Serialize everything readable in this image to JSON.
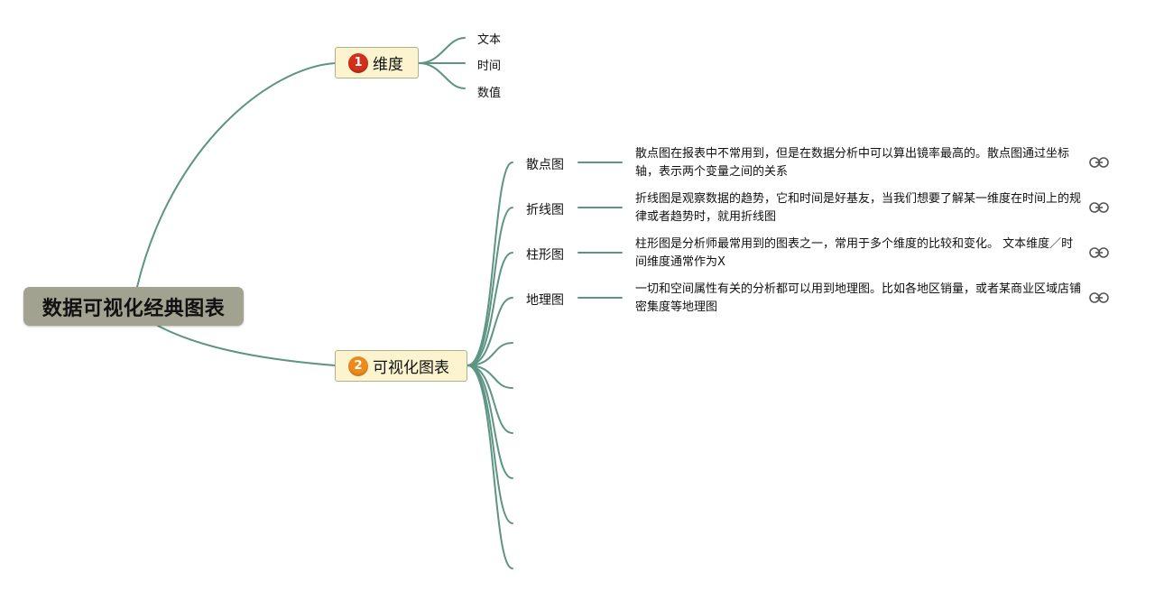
{
  "root": {
    "title": "数据可视化经典图表"
  },
  "topics": [
    {
      "index": "1",
      "label": "维度",
      "children": [
        "文本",
        "时间",
        "数值"
      ]
    },
    {
      "index": "2",
      "label": "可视化图表",
      "children": [
        {
          "label": "散点图",
          "note": "散点图在报表中不常用到，但是在数据分析中可以算出镜率最高的。散点图通过坐标轴，表示两个变量之间的关系"
        },
        {
          "label": "折线图",
          "note": "折线图是观察数据的趋势，它和时间是好基友，当我们想要了解某一维度在时间上的规律或者趋势时，就用折线图"
        },
        {
          "label": "柱形图",
          "note": "柱形图是分析师最常用到的图表之一，常用于多个维度的比较和变化。 文本维度／时间维度通常作为X"
        },
        {
          "label": "地理图",
          "note": "一切和空间属性有关的分析都可以用到地理图。比如各地区销量，或者某商业区域店铺密集度等地理图"
        }
      ]
    }
  ],
  "colors": {
    "connector": "#5e9484",
    "root_bg": "#a2a291",
    "topic_bg": "#fbf4cf",
    "badge_1": "#d42f1b",
    "badge_2": "#ee8a1d"
  },
  "icons": {
    "note_link": "link-icon"
  }
}
